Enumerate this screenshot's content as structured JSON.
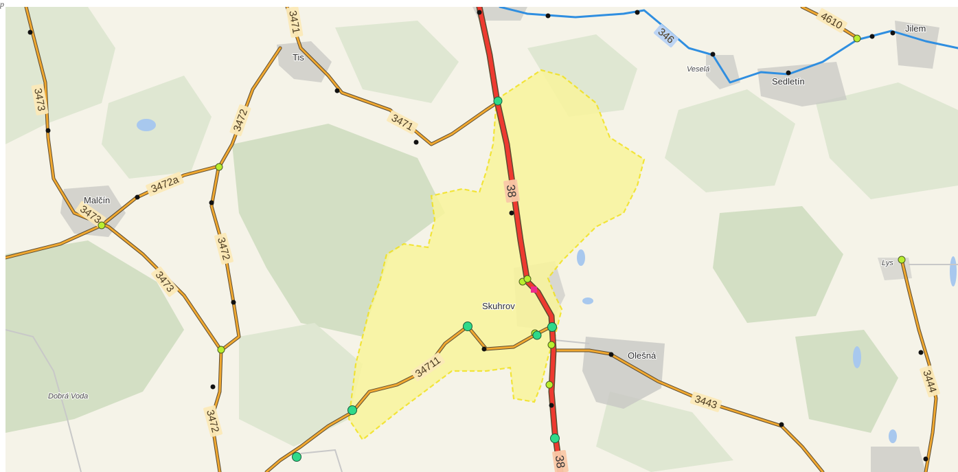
{
  "corner_mark": "p",
  "map": {
    "places": {
      "tis": "Tis",
      "jilem": "Jilem",
      "vesela": "Veselá",
      "sedletin": "Sedletín",
      "malcin": "Malčín",
      "skuhrov": "Skuhrov",
      "olesna": "Olešná",
      "dobra_voda": "Dobrá Voda",
      "lys": "Lys"
    },
    "road_numbers": {
      "r3471a": "3471",
      "r3471b": "3471",
      "r3473a": "3473",
      "r3473b": "3473",
      "r3473c": "3473",
      "r3472a": "3472",
      "r3472b": "3472",
      "r3472c": "3472",
      "r3472a_branch": "3472a",
      "r34711": "34711",
      "r3443": "3443",
      "r3444": "3444",
      "r4610": "4610",
      "r346": "346",
      "r38a": "38",
      "r38b": "38"
    },
    "colors": {
      "background": "#f5f3e8",
      "forest": "#dfe7d2",
      "forest_dark": "#d3dfc4",
      "water": "#a8c8ee",
      "village_area": "#c8c8c4",
      "road_secondary": "#f0a830",
      "road_primary": "#ee3a30",
      "road_casing": "#5a4a30",
      "highlight_fill": "#f9f59c",
      "highlight_border": "#f2e21a",
      "blue_route": "#2f8ee0",
      "node_green": "#2fd98a",
      "node_lime": "#b8ee30",
      "node_black": "#111111",
      "node_pink": "#ee2c8c",
      "shield_bg": "#fbe9b8",
      "shield_primary_bg": "#f9c8a8",
      "shield_blue_bg": "#b8d2f4"
    }
  }
}
